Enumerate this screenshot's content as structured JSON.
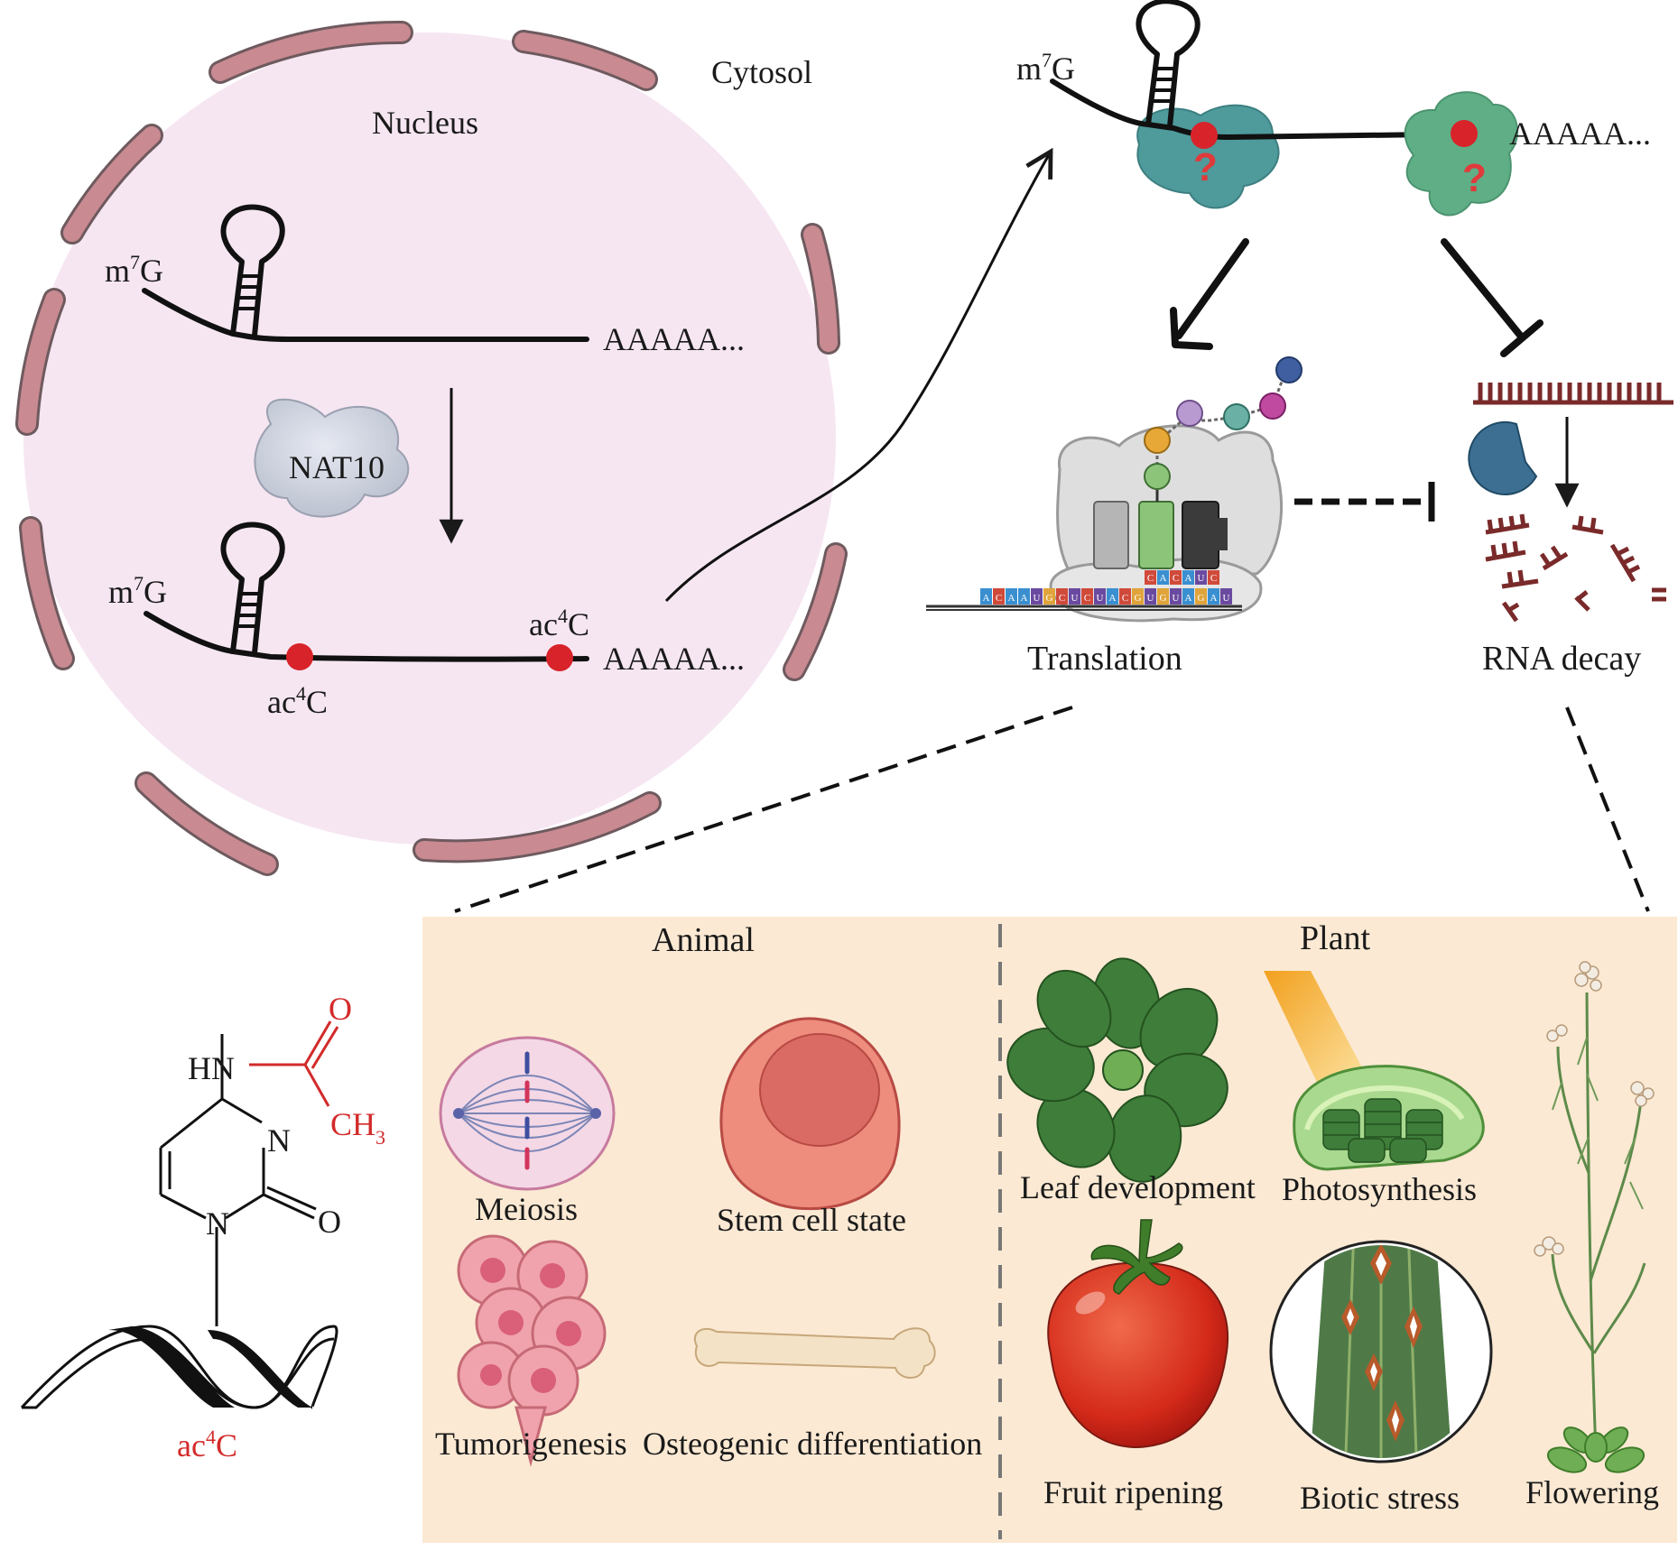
{
  "nucleus": {
    "nucleus_label": "Nucleus",
    "cytosol_label": "Cytosol",
    "cap_m": "m",
    "cap_sup": "7",
    "cap_g": "G",
    "polya": "AAAAA...",
    "enzyme": "NAT10",
    "mod_ac": "ac",
    "mod_sup": "4",
    "mod_c": "C"
  },
  "cytosol": {
    "cap_m": "m",
    "cap_sup": "7",
    "cap_g": "G",
    "polya": "AAAAA...",
    "unknown_mark": "?",
    "translation_label": "Translation",
    "decay_label": "RNA decay",
    "codons_top": [
      "C",
      "A",
      "C",
      "A",
      "U",
      "C"
    ],
    "codons_bottom": [
      "A",
      "C",
      "A",
      "A",
      "U",
      "G",
      "C",
      "U",
      "C",
      "U",
      "A",
      "C",
      "G",
      "U",
      "G",
      "U",
      "A",
      "G",
      "A",
      "U"
    ]
  },
  "structure": {
    "hn": "HN",
    "o_acetyl": "O",
    "ch": "CH",
    "ch_sub": "3",
    "n_ring": "N",
    "n1": "N",
    "o2": "O",
    "mod_ac": "ac",
    "mod_sup": "4",
    "mod_c": "C"
  },
  "functions": {
    "animal_header": "Animal",
    "plant_header": "Plant",
    "meiosis": "Meiosis",
    "stem_cell": "Stem cell state",
    "tumorigenesis": "Tumorigenesis",
    "osteogenic": "Osteogenic differentiation",
    "leaf": "Leaf development",
    "photosynthesis": "Photosynthesis",
    "fruit": "Fruit ripening",
    "biotic": "Biotic stress",
    "flowering": "Flowering"
  },
  "colors": {
    "nucleus_fill": "#f6e6f2",
    "envelope": "#c98a92",
    "ac4c_dot": "#d8232a",
    "panel_fill": "#fbe9d3",
    "ribosome_teal": "#4f9a9b",
    "ribosome_green": "#5fae86",
    "decay_rna": "#7a2a2a",
    "nuclease": "#3d6f92",
    "acetyl_red": "#d32a2a"
  }
}
